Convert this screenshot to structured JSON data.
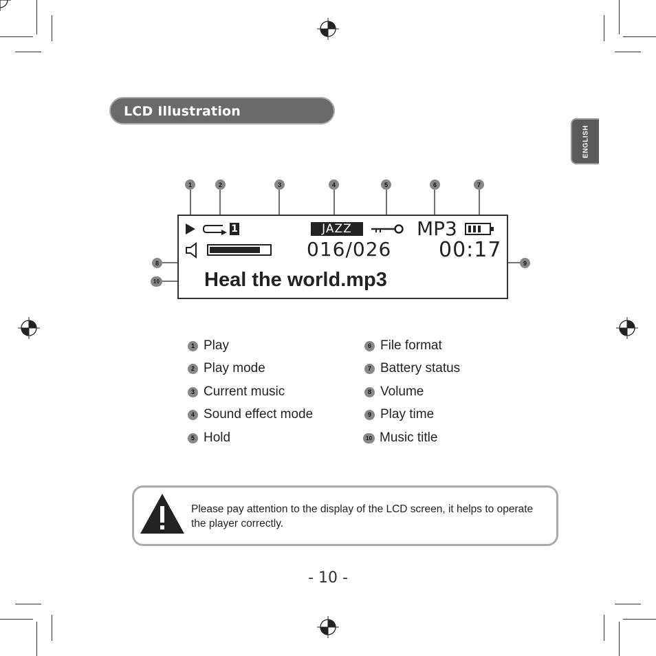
{
  "section": {
    "title": "LCD Illustration"
  },
  "language_tab": "ENGLISH",
  "lcd": {
    "repeat_indicator": "1",
    "sound_effect": "JAZZ",
    "track_counter": "016/026",
    "file_format": "MP3",
    "play_time": "00:17",
    "music_title": "Heal the world.mp3",
    "volume_level": 0.85,
    "battery_bars": 3
  },
  "callouts": [
    "1",
    "2",
    "3",
    "4",
    "5",
    "6",
    "7",
    "8",
    "9",
    "10"
  ],
  "legend": {
    "left": [
      {
        "num": "1",
        "label": "Play"
      },
      {
        "num": "2",
        "label": "Play mode"
      },
      {
        "num": "3",
        "label": "Current music"
      },
      {
        "num": "4",
        "label": "Sound effect mode"
      },
      {
        "num": "5",
        "label": "Hold"
      }
    ],
    "right": [
      {
        "num": "6",
        "label": "File format"
      },
      {
        "num": "7",
        "label": "Battery status"
      },
      {
        "num": "8",
        "label": "Volume"
      },
      {
        "num": "9",
        "label": "Play time"
      },
      {
        "num": "10",
        "label": "Music title"
      }
    ]
  },
  "warning": {
    "icon": "warning-triangle-icon",
    "text": "Please pay attention to the display of the LCD screen, it helps to operate the player correctly."
  },
  "page_number": "- 10 -"
}
